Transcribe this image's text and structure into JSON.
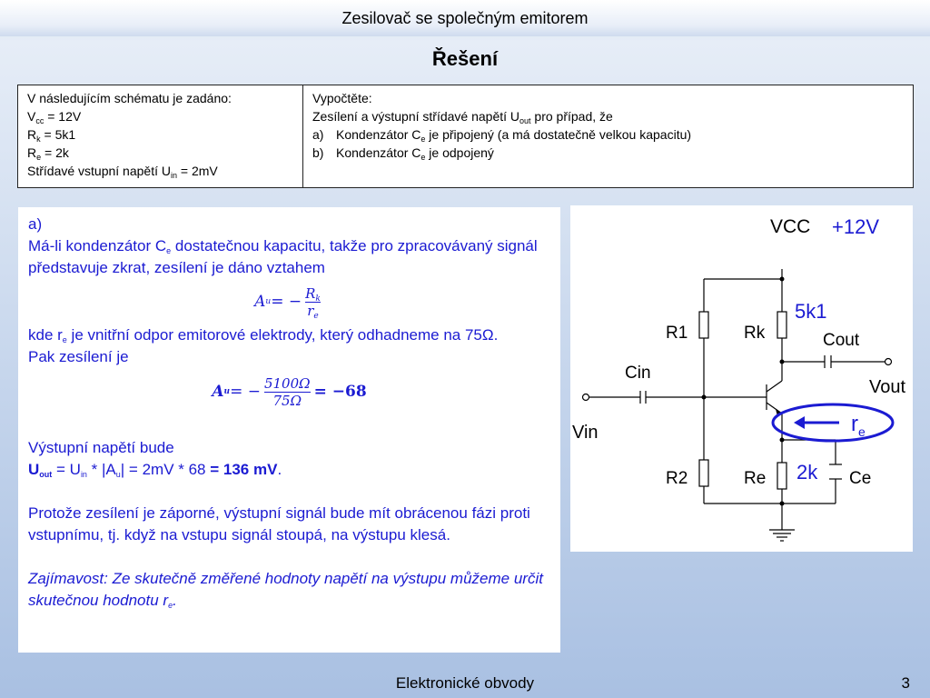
{
  "header": {
    "title": "Zesilovač se společným emitorem"
  },
  "heading": "Řešení",
  "assignment": {
    "given": {
      "intro": "V následujícím schématu je zadáno:",
      "vcc": {
        "symbol": "V",
        "sub": "cc",
        "value": " = 12V"
      },
      "rk": {
        "symbol": "R",
        "sub": "k",
        "value": " = 5k1"
      },
      "re": {
        "symbol": "R",
        "sub": "e",
        "value": " = 2k"
      },
      "uin": {
        "text": "Střídavé vstupní napětí U",
        "sub": "in",
        "value": " = 2mV"
      }
    },
    "task": {
      "intro": "Vypočtěte:",
      "line": {
        "pre": "Zesílení a výstupní střídavé napětí U",
        "sub": "out",
        "post": " pro případ, že"
      },
      "a": {
        "num": "a)",
        "pre": "Kondenzátor C",
        "sub": "e",
        "post": " je připojený (a má dostatečně velkou kapacitu)"
      },
      "b": {
        "num": "b)",
        "pre": "Kondenzátor C",
        "sub": "e",
        "post": " je odpojený"
      }
    }
  },
  "solution": {
    "label": "a)",
    "p1": {
      "pre": "Má-li kondenzátor C",
      "sub": "e",
      "post": " dostatečnou kapacitu, takže pro zpracovávaný signál představuje zkrat, zesílení je dáno vztahem"
    },
    "formula1": {
      "lhs": "A",
      "lhs_sub": "u",
      "eq": " = −",
      "num": "R",
      "num_sub": "k",
      "den": "r",
      "den_sub": "e"
    },
    "p2": {
      "pre": "kde r",
      "sub": "e",
      "post": " je vnitřní odpor emitorové elektrody, který odhadneme na 75Ω."
    },
    "p3": "Pak zesílení je",
    "formula2": {
      "lhs": "A",
      "lhs_sub": "u",
      "eq": " = −",
      "num": "5100Ω",
      "den": "75Ω",
      "result": " = −68"
    },
    "p4": "Výstupní napětí bude",
    "p5": {
      "uout": "U",
      "uout_sub": "out",
      "eq1": " = U",
      "uin_sub": "in",
      "mid": " * |A",
      "au_sub": "u",
      "mid2": "| = 2mV * 68 ",
      "result": "= 136 mV",
      "end": "."
    },
    "p6": "Protože zesílení je záporné, výstupní signál bude mít obrácenou fázi proti vstupnímu, tj. když na vstupu signál stoupá, na výstupu klesá.",
    "p7": {
      "pre": "Zajímavost: Ze skutečně změřené hodnoty napětí na výstupu můžeme určit skutečnou hodnotu r",
      "sub": "e",
      "post": "."
    }
  },
  "circuit": {
    "vcc_label": "VCC",
    "vcc_value": "+12V",
    "rk_value": "5k1",
    "r1": "R1",
    "rk": "Rk",
    "cout": "Cout",
    "cin": "Cin",
    "vout": "Vout",
    "re_label": "r",
    "re_sub": "e",
    "vin": "Vin",
    "r2": "R2",
    "re": "Re",
    "re_value": "2k",
    "ce": "Ce",
    "colors": {
      "annotation": "#1b1bd2",
      "wire": "#000000"
    }
  },
  "footer": {
    "title": "Elektronické obvody",
    "page": "3"
  }
}
